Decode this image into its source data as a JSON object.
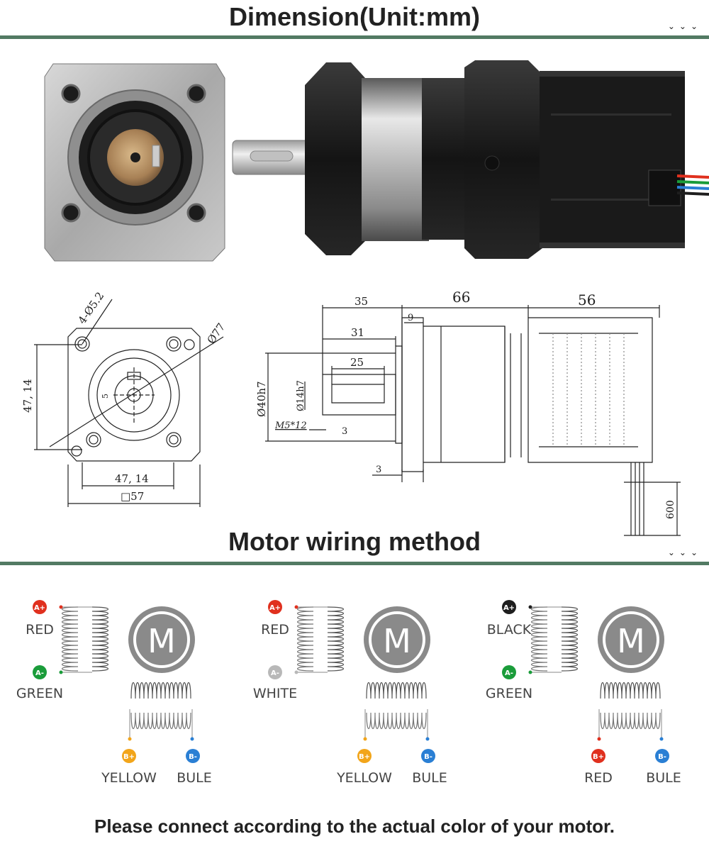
{
  "section_dimension": {
    "title": "Dimension(Unit:mm)",
    "chevrons": "⌄⌄⌄"
  },
  "section_wiring": {
    "title": "Motor wiring method",
    "chevrons": "⌄⌄⌄"
  },
  "front_view": {
    "hole_label": "4-Ø5.2",
    "circle_label": "Ø77",
    "vertical_label": "47, 14",
    "horizontal_label": "47, 14",
    "square_label": "□57",
    "key_label": "5"
  },
  "side_view": {
    "dim_35": "35",
    "dim_66": "66",
    "dim_56": "56",
    "dim_9": "9",
    "dim_31": "31",
    "dim_25": "25",
    "dim_3a": "3",
    "dim_3b": "3",
    "dia_40": "Ø40h7",
    "dia_14": "Ø14h7",
    "thread": "M5*12",
    "lead_len": "600"
  },
  "wiring": [
    {
      "a_plus": {
        "badge": "A+",
        "color_name": "RED",
        "color": "#e0301e"
      },
      "a_minus": {
        "badge": "A-",
        "color_name": "GREEN",
        "color": "#1a9c3a"
      },
      "b_plus": {
        "badge": "B+",
        "color_name": "YELLOW",
        "color": "#f2a51a"
      },
      "b_minus": {
        "badge": "B-",
        "color_name": "BULE",
        "color": "#2a7fd4"
      },
      "motor_letter": "M"
    },
    {
      "a_plus": {
        "badge": "A+",
        "color_name": "RED",
        "color": "#e0301e"
      },
      "a_minus": {
        "badge": "A-",
        "color_name": "WHITE",
        "color": "#b8b8b8"
      },
      "b_plus": {
        "badge": "B+",
        "color_name": "YELLOW",
        "color": "#f2a51a"
      },
      "b_minus": {
        "badge": "B-",
        "color_name": "BULE",
        "color": "#2a7fd4"
      },
      "motor_letter": "M"
    },
    {
      "a_plus": {
        "badge": "A+",
        "color_name": "BLACK",
        "color": "#1e1e1e"
      },
      "a_minus": {
        "badge": "A-",
        "color_name": "GREEN",
        "color": "#1a9c3a"
      },
      "b_plus": {
        "badge": "B+",
        "color_name": "RED",
        "color": "#e0301e"
      },
      "b_minus": {
        "badge": "B-",
        "color_name": "BULE",
        "color": "#2a7fd4"
      },
      "motor_letter": "M"
    }
  ],
  "footnote": "Please connect according to the actual color of your motor."
}
